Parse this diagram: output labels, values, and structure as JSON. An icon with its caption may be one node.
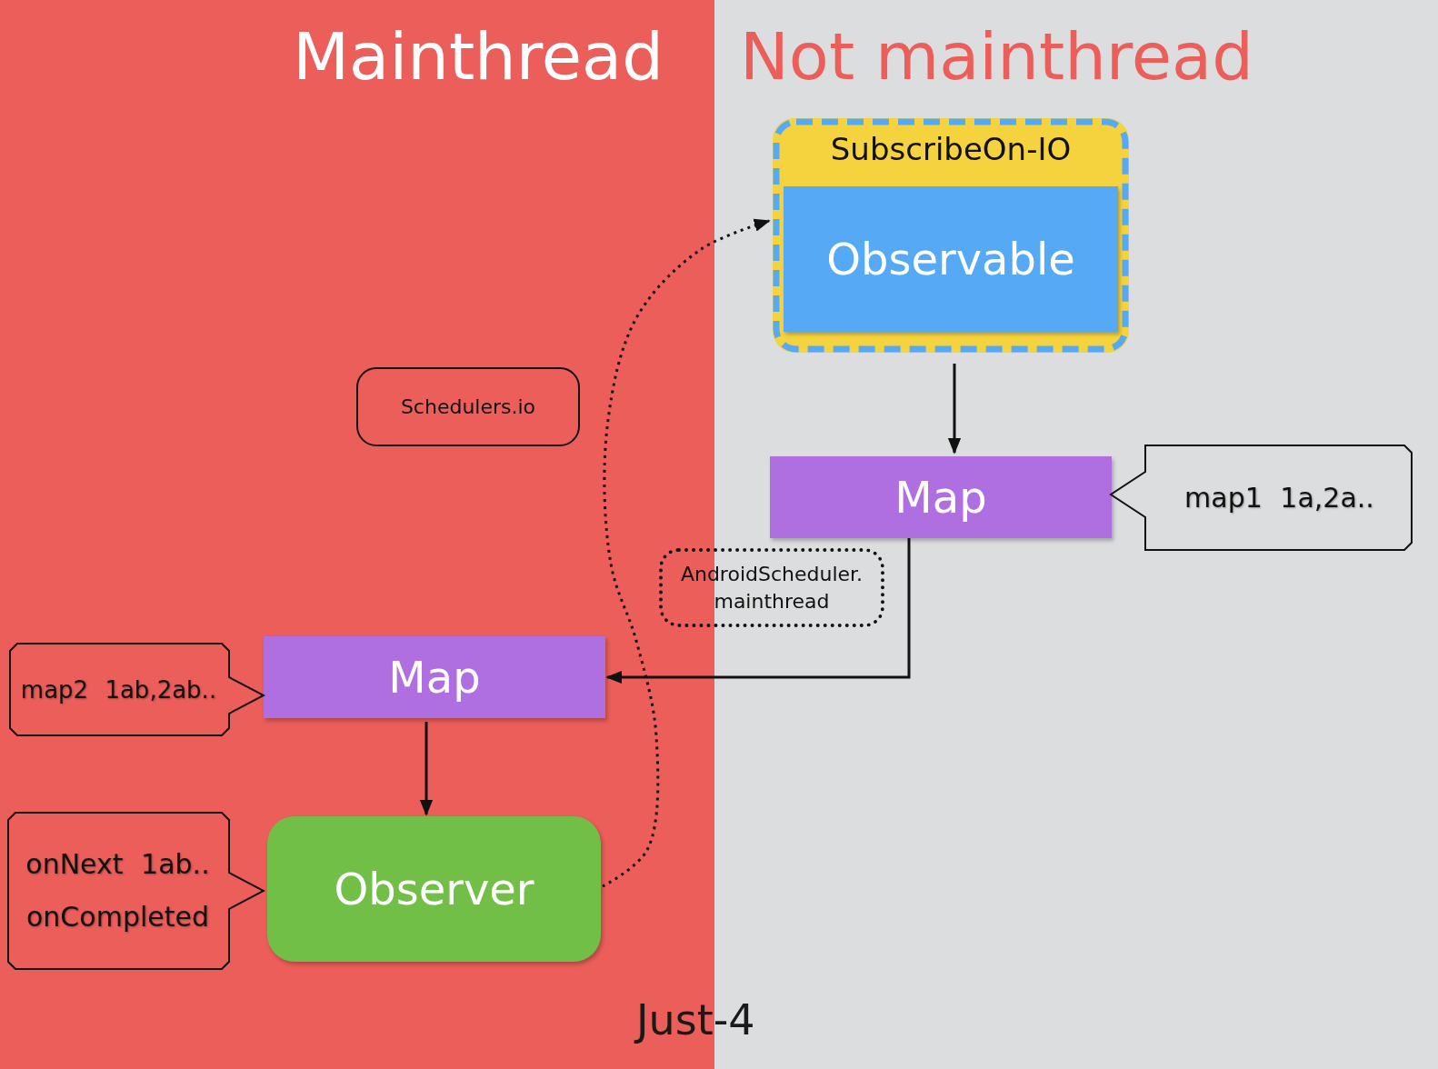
{
  "diagram": {
    "nodes": [
      {
        "text": [
          "Mainthread"
        ]
      },
      {
        "text": [
          "Not mainthread"
        ]
      },
      {
        "text": [
          "SubscribeOn-IO"
        ],
        "in": 1
      },
      {
        "text": [
          "Observable"
        ],
        "in": 2
      },
      {
        "text": [
          "Map"
        ],
        "in": 1
      },
      {
        "text": [
          "map1 1a,2a.."
        ],
        "in": 1
      },
      {
        "text": [
          "AndroidScheduler. mainthread"
        ]
      },
      {
        "text": [
          "Schedulers.io"
        ],
        "in": 0
      },
      {
        "text": [
          "Map"
        ],
        "in": 0
      },
      {
        "text": [
          "map2 1ab,2ab.."
        ],
        "in": 0
      },
      {
        "text": [
          "Observer"
        ],
        "in": 0
      },
      {
        "text": [
          "onNext 1ab..",
          "onCompleted"
        ],
        "in": 0
      }
    ],
    "edges": [
      {
        "from": 2,
        "to": 4,
        "arrow": "to"
      },
      {
        "from": 4,
        "to": 8,
        "arrow": "to"
      },
      {
        "from": 8,
        "to": 10,
        "arrow": "to"
      },
      {
        "from": 10,
        "to": 2,
        "arrow": "to",
        "style": "dashed"
      }
    ],
    "labels": [
      "Just-4"
    ]
  }
}
